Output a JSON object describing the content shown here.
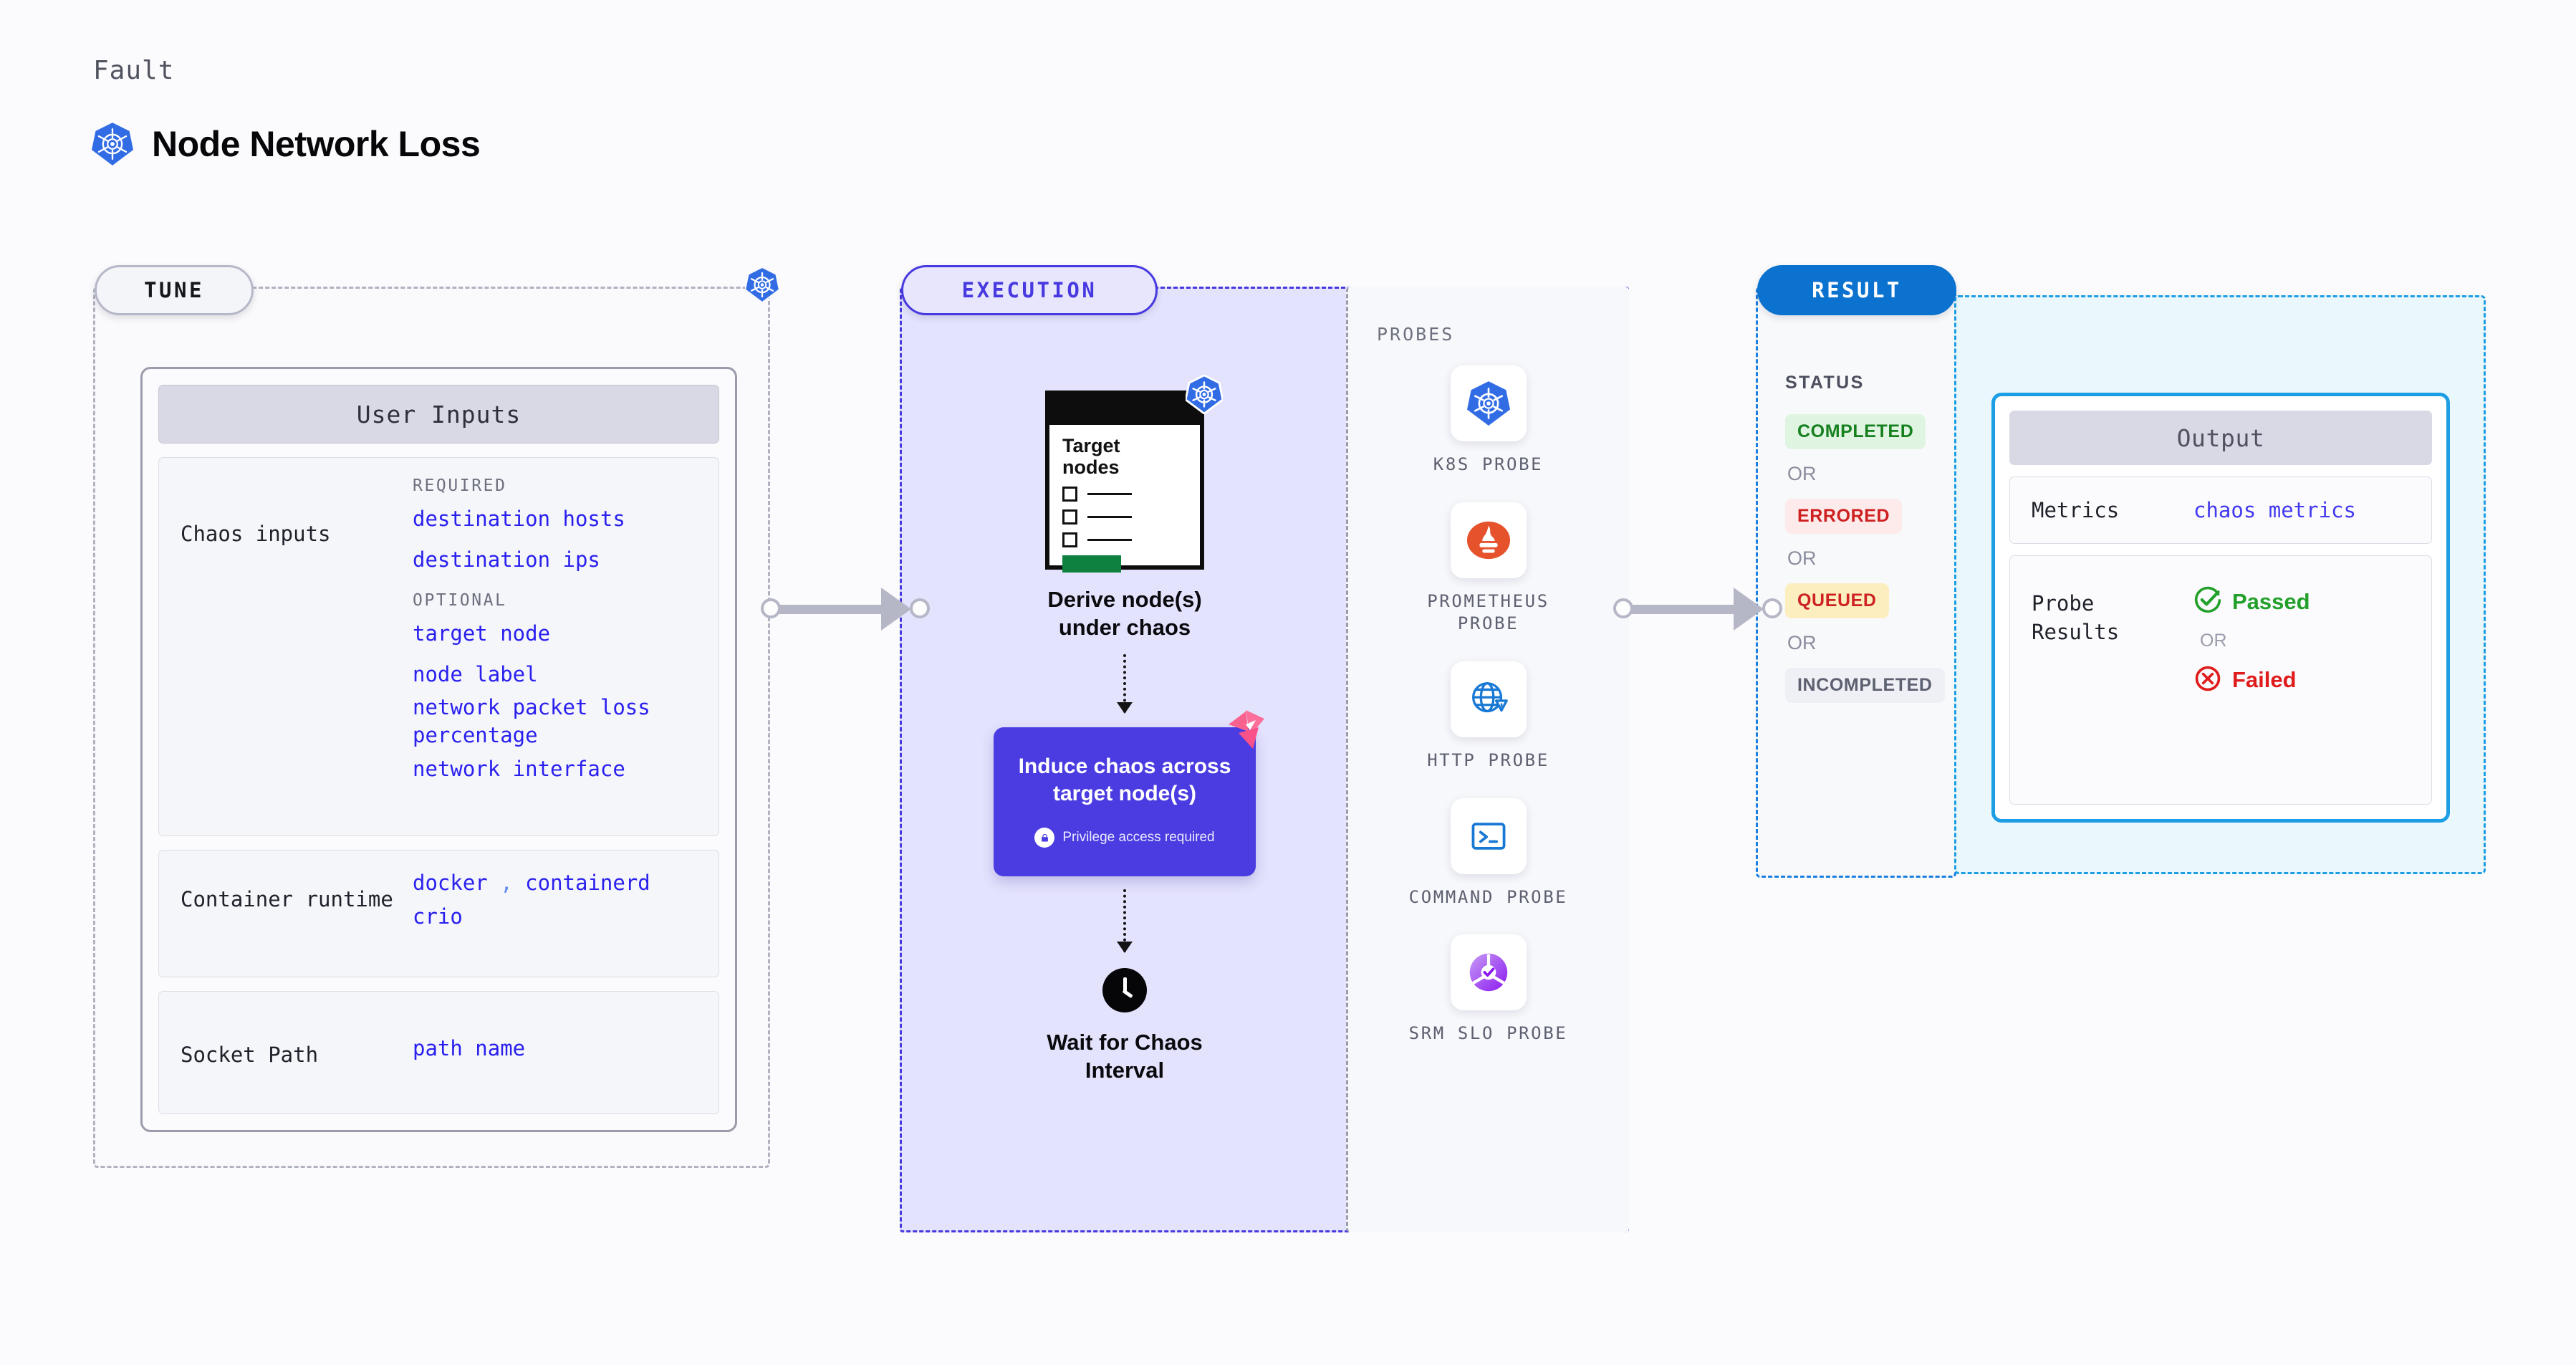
{
  "header": {
    "eyebrow": "Fault",
    "title": "Node Network Loss",
    "icon": "kubernetes-icon"
  },
  "stages": {
    "tune": {
      "label": "TUNE",
      "badge_icon": "kubernetes-icon"
    },
    "execution": {
      "label": "EXECUTION"
    },
    "result": {
      "label": "RESULT"
    }
  },
  "tune": {
    "card_title": "User Inputs",
    "sections": [
      {
        "label": "Chaos inputs",
        "groups": [
          {
            "heading": "REQUIRED",
            "values": [
              "destination hosts",
              "destination ips"
            ]
          },
          {
            "heading": "OPTIONAL",
            "values": [
              "target node",
              "node label",
              "network packet loss percentage",
              "network interface"
            ]
          }
        ]
      },
      {
        "label": "Container runtime",
        "values_line1": [
          "docker",
          "containerd"
        ],
        "separator": ",",
        "values_line2": [
          "crio"
        ]
      },
      {
        "label": "Socket Path",
        "values": [
          "path name"
        ]
      }
    ]
  },
  "execution": {
    "document": {
      "title_line1": "Target",
      "title_line2": "nodes",
      "badge_icon": "kubernetes-icon",
      "checkbox_count": 3
    },
    "step1_caption_line1": "Derive node(s)",
    "step1_caption_line2": "under chaos",
    "chaos_box": {
      "title_line1": "Induce chaos across",
      "title_line2": "target node(s)",
      "note": "Privilege access required",
      "note_icon": "lock-icon",
      "corner_icon": "litmus-logo-icon",
      "color": "#4a3ce0"
    },
    "step3_icon": "clock-icon",
    "step3_caption_line1": "Wait for Chaos",
    "step3_caption_line2": "Interval"
  },
  "probes": {
    "title": "PROBES",
    "items": [
      {
        "name": "K8S PROBE",
        "icon": "kubernetes-icon"
      },
      {
        "name": "PROMETHEUS PROBE",
        "icon": "prometheus-icon"
      },
      {
        "name": "HTTP PROBE",
        "icon": "globe-warning-icon"
      },
      {
        "name": "COMMAND PROBE",
        "icon": "terminal-icon"
      },
      {
        "name": "SRM SLO PROBE",
        "icon": "srm-slo-icon"
      }
    ]
  },
  "result": {
    "status_title": "STATUS",
    "or_label": "OR",
    "statuses": [
      {
        "label": "COMPLETED",
        "bg": "#dff5e1",
        "fg": "#16801f"
      },
      {
        "label": "ERRORED",
        "bg": "#fdeaea",
        "fg": "#ce2020"
      },
      {
        "label": "QUEUED",
        "bg": "#fdeec0",
        "fg": "#cd2222"
      },
      {
        "label": "INCOMPLETED",
        "bg": "#eff0f5",
        "fg": "#5d6070"
      }
    ]
  },
  "output": {
    "title": "Output",
    "metrics_label": "Metrics",
    "metrics_value": "chaos metrics",
    "probe_results_label": "Probe Results",
    "passed_label": "Passed",
    "failed_label": "Failed",
    "or_label": "OR",
    "passed_color": "#22a02a",
    "failed_color": "#e01b1b"
  },
  "colors": {
    "accent_purple": "#4739e0",
    "accent_blue": "#0b72cf",
    "accent_cyan": "#1d9ee4",
    "value_blue": "#2a20ee"
  }
}
